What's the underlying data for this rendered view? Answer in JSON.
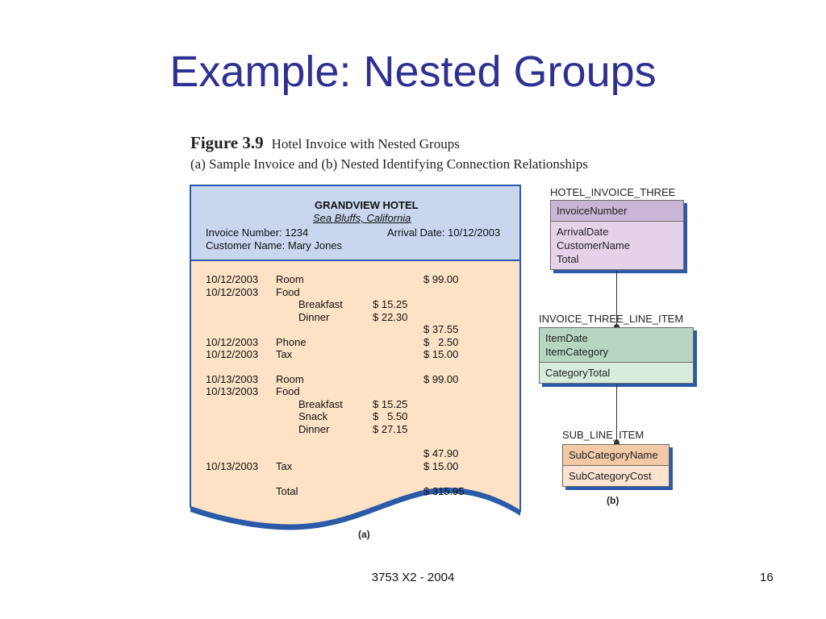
{
  "slide": {
    "title": "Example: Nested Groups",
    "footer_center": "3753 X2 - 2004",
    "page_number": "16"
  },
  "figure": {
    "number": "Figure 3.9",
    "title": "Hotel Invoice with Nested Groups",
    "subtitle": "(a) Sample Invoice and (b) Nested Identifying Connection Relationships",
    "part_a_label": "(a)",
    "part_b_label": "(b)"
  },
  "invoice": {
    "hotel_name": "GRANDVIEW HOTEL",
    "location": "Sea Bluffs, California",
    "invoice_number": "Invoice Number: 1234",
    "arrival_date": "Arrival Date: 10/12/2003",
    "customer_name": "Customer Name: Mary Jones",
    "rows": [
      {
        "date": "10/12/2003",
        "cat": "Room",
        "sub": "",
        "subamt": "",
        "amt": "$ 99.00"
      },
      {
        "date": "10/12/2003",
        "cat": "Food",
        "sub": "",
        "subamt": "",
        "amt": ""
      },
      {
        "date": "",
        "cat": "",
        "sub": "Breakfast",
        "subamt": "$ 15.25",
        "amt": ""
      },
      {
        "date": "",
        "cat": "",
        "sub": "Dinner",
        "subamt": "$ 22.30",
        "amt": ""
      },
      {
        "date": "",
        "cat": "",
        "sub": "",
        "subamt": "",
        "amt": "$ 37.55"
      },
      {
        "date": "10/12/2003",
        "cat": "Phone",
        "sub": "",
        "subamt": "",
        "amt": "$   2.50"
      },
      {
        "date": "10/12/2003",
        "cat": "Tax",
        "sub": "",
        "subamt": "",
        "amt": "$ 15.00"
      },
      {
        "date": "10/13/2003",
        "cat": "Room",
        "sub": "",
        "subamt": "",
        "amt": "$ 99.00"
      },
      {
        "date": "10/13/2003",
        "cat": "Food",
        "sub": "",
        "subamt": "",
        "amt": ""
      },
      {
        "date": "",
        "cat": "",
        "sub": "Breakfast",
        "subamt": "$ 15.25",
        "amt": ""
      },
      {
        "date": "",
        "cat": "",
        "sub": "Snack",
        "subamt": "$   5.50",
        "amt": ""
      },
      {
        "date": "",
        "cat": "",
        "sub": "Dinner",
        "subamt": "$ 27.15",
        "amt": ""
      },
      {
        "date": "",
        "cat": "",
        "sub": "",
        "subamt": "",
        "amt": "$ 47.90"
      },
      {
        "date": "10/13/2003",
        "cat": "Tax",
        "sub": "",
        "subamt": "",
        "amt": "$ 15.00"
      },
      {
        "date": "",
        "cat": "Total",
        "sub": "",
        "subamt": "",
        "amt": "$ 315.95"
      }
    ]
  },
  "entities": {
    "hotel_invoice": {
      "name": "HOTEL_INVOICE_THREE",
      "key": "InvoiceNumber",
      "attrs": [
        "ArrivalDate",
        "CustomerName",
        "Total"
      ],
      "key_color": "#c9b6d6",
      "attr_color": "#e4d2ea"
    },
    "line_item": {
      "name": "INVOICE_THREE_LINE_ITEM",
      "keys": [
        "ItemDate",
        "ItemCategory"
      ],
      "attr": "CategoryTotal",
      "key_color": "#b7d6c2",
      "attr_color": "#d6ecdc"
    },
    "sub_line_item": {
      "name": "SUB_LINE_ITEM",
      "key": "SubCategoryName",
      "attr": "SubCategoryCost",
      "key_color": "#f3c9a6",
      "attr_color": "#fbe3d0"
    }
  },
  "colors": {
    "title": "#2e3192",
    "invoice_header": "#c8d6ee",
    "invoice_body": "#fde2c6",
    "invoice_border": "#2b5aa8"
  }
}
